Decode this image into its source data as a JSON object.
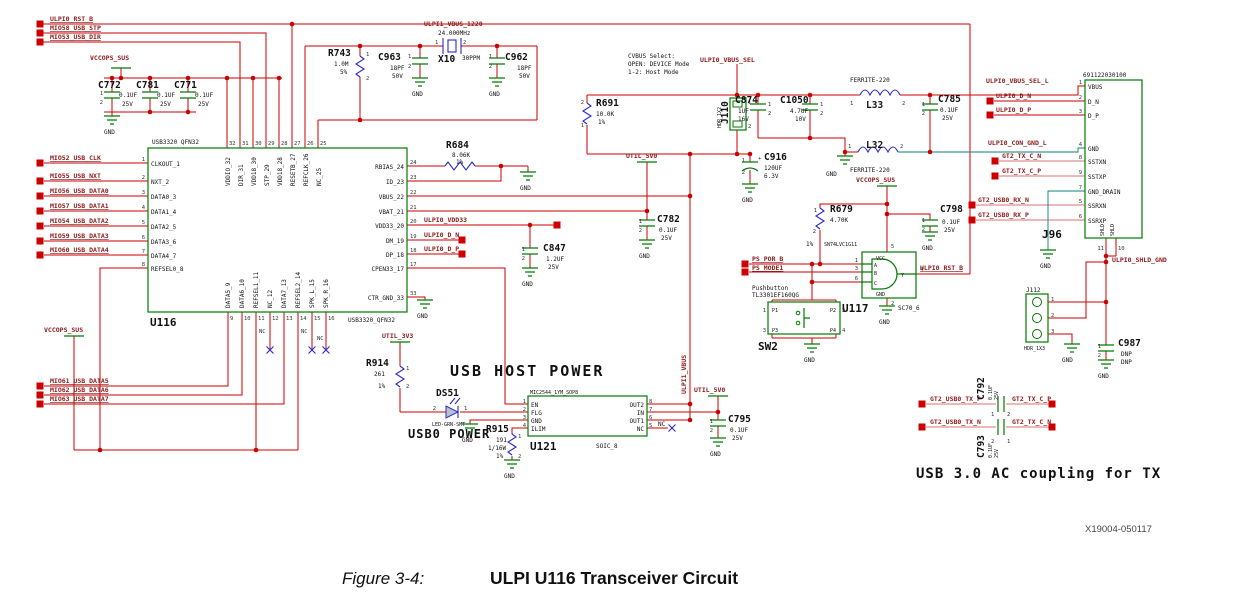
{
  "caption": {
    "prefix": "Figure 3-4:",
    "title": "ULPI U116 Transceiver Circuit",
    "doc": "X19004-050117"
  },
  "misc": {
    "gnd": "GND",
    "one": "1",
    "two": "2",
    "nc": "NC",
    "plus": "+"
  },
  "flags_top": {
    "rst": "ULPI0_RST_B",
    "stp": "MIO58_USB_STP",
    "dir": "MIO53_USB_DIR"
  },
  "rails": {
    "vcco_sus": "VCCOPS_SUS",
    "util3": "UTIL_3V3",
    "util5": "UTIL_5V0"
  },
  "bank": {
    "c772": [
      "C772",
      "0.1UF",
      "25V"
    ],
    "c781": [
      "C781",
      "0.1UF",
      "25V"
    ],
    "c771": [
      "C771",
      "0.1UF",
      "25V"
    ]
  },
  "u116": {
    "ref": "U116",
    "part_top": "USB3320 QFN32",
    "part_bot": "USB3320_QFN32",
    "left": [
      [
        "1",
        "CLKOUT_1",
        "MIO52_USB_CLK"
      ],
      [
        "2",
        "NXT_2",
        "MIO55_USB_NXT"
      ],
      [
        "3",
        "DATA0_3",
        "MIO56_USB_DATA0"
      ],
      [
        "4",
        "DATA1_4",
        "MIO57_USB_DATA1"
      ],
      [
        "5",
        "DATA2_5",
        "MIO54_USB_DATA2"
      ],
      [
        "6",
        "DATA3_6",
        "MIO59_USB_DATA3"
      ],
      [
        "7",
        "DATA4_7",
        "MIO60_USB_DATA4"
      ],
      [
        "8",
        "REFSEL0_8"
      ]
    ],
    "right": [
      [
        "24",
        "RBIAS_24"
      ],
      [
        "23",
        "ID_23"
      ],
      [
        "22",
        "VBUS_22"
      ],
      [
        "21",
        "VBAT_21"
      ],
      [
        "20",
        "VDD33_20"
      ],
      [
        "19",
        "DM_19"
      ],
      [
        "18",
        "DP_18"
      ],
      [
        "17",
        "CPEN33_17"
      ],
      [
        "33",
        "CTR_GND_33"
      ]
    ],
    "top": [
      [
        "32",
        "VDDIO_32"
      ],
      [
        "31",
        "DIR_31"
      ],
      [
        "30",
        "VDD18_30"
      ],
      [
        "29",
        "STP_29"
      ],
      [
        "28",
        "VDD18_28"
      ],
      [
        "27",
        "RESETB_27"
      ],
      [
        "26",
        "REFCLK_26"
      ],
      [
        "25",
        "NC_25"
      ]
    ],
    "bottom": [
      [
        "9",
        "DATA5_9"
      ],
      [
        "10",
        "DATA6_10"
      ],
      [
        "11",
        "REFSEL1_11"
      ],
      [
        "12",
        "NC_12"
      ],
      [
        "13",
        "DATA7_13"
      ],
      [
        "14",
        "REFSEL2_14"
      ],
      [
        "15",
        "SPK_L_15"
      ],
      [
        "16",
        "SPK_R_16"
      ]
    ],
    "mio_bot": [
      "MIO61_USB_DATA5",
      "MIO62_USB_DATA6",
      "MIO63_USB_DATA7"
    ]
  },
  "xtal": {
    "net": "ULPI1_VBUS_1220",
    "freq": "24.000MHz",
    "ref": "X10",
    "ppm": "30PPM",
    "r743": [
      "R743",
      "1.0M",
      "5%"
    ],
    "c963": [
      "C963",
      "18PF",
      "50V"
    ],
    "c962": [
      "C962",
      "18PF",
      "50V"
    ]
  },
  "mid": {
    "r684": [
      "R684",
      "8.06K",
      "1%"
    ],
    "c847": [
      "C847",
      "1.2UF",
      "25V"
    ],
    "vdd33": "ULPI0_VDD33",
    "dn": "ULPI0_D_N",
    "dp": "ULPI0_D_P"
  },
  "sel": {
    "note": [
      "CVBUS Select:",
      "OPEN: DEVICE Mode",
      "1-2: Host Mode"
    ],
    "net": "ULPI0_VBUS_SEL",
    "r691": [
      "R691",
      "10.0K",
      "1%"
    ],
    "j110": [
      "J110",
      "HDR_1X2"
    ],
    "c874": [
      "C874",
      "1UF",
      "16V"
    ],
    "c1050": [
      "C1050",
      "4.7UF",
      "10V"
    ],
    "c916": [
      "C916",
      "120UF",
      "6.3V"
    ],
    "c782": [
      "C782",
      "0.1UF",
      "25V"
    ]
  },
  "fer": {
    "part": "FERRITE-220",
    "l33": "L33",
    "l32": "L32",
    "c785": [
      "C785",
      "0.1UF",
      "25V"
    ]
  },
  "por": {
    "pnet": "PS_POR_B",
    "mnet": "PS_MODE1",
    "r679": [
      "R679",
      "4.70K",
      "1%"
    ],
    "gate_part": "SN74LVC1G11",
    "u117": {
      "ref": "U117",
      "pkg": "SC70_6",
      "vcc": "VCC",
      "gnd": "GND",
      "a": "A",
      "b": "B",
      "c": "C",
      "y": "Y",
      "n1": "1",
      "n3": "3",
      "n6": "6",
      "n4": "4",
      "n5": "5",
      "n2": "2"
    },
    "c798": [
      "C798",
      "0.1UF",
      "25V"
    ],
    "sw": {
      "ref": "SW2",
      "note1": "Pushbutton",
      "note2": "TL3301EF160QG",
      "p1": "P1",
      "p2": "P2",
      "p3": "P3",
      "p4": "P4",
      "n1": "1",
      "n2": "2",
      "n3": "3",
      "n4": "4"
    },
    "out": "ULPI0_RST_B"
  },
  "hp": {
    "title": "USB HOST POWER",
    "part": "MIC2544_1YM_SOP8",
    "ref": "U121",
    "pkg": "SOIC_8",
    "left": [
      [
        "1",
        "EN"
      ],
      [
        "2",
        "FLG"
      ],
      [
        "3",
        "GND"
      ],
      [
        "4",
        "ILIM"
      ]
    ],
    "right": [
      [
        "8",
        "OUT2"
      ],
      [
        "7",
        "IN"
      ],
      [
        "6",
        "OUT1"
      ],
      [
        "5",
        "NC"
      ]
    ],
    "ds51": [
      "DS51",
      "LED-GRN-SMT"
    ],
    "usb0": "USB0 POWER",
    "r914": [
      "R914",
      "261",
      "1%"
    ],
    "r915": [
      "R915",
      "191",
      "1/16W",
      "1%"
    ],
    "c795": [
      "C795",
      "0.1UF",
      "25V"
    ],
    "vbus": "ULPI1_VBUS",
    "nc": "NC"
  },
  "j96": {
    "part": "691122030100",
    "ref": "J96",
    "rows": [
      [
        "1",
        "VBUS"
      ],
      [
        "2",
        "D_N"
      ],
      [
        "3",
        "D_P"
      ],
      [
        "4",
        "GND"
      ],
      [
        "8",
        "SSTXN"
      ],
      [
        "9",
        "SSTXP"
      ],
      [
        "7",
        "GND_DRAIN"
      ],
      [
        "5",
        "SSRXN"
      ],
      [
        "6",
        "SSRXP"
      ]
    ],
    "nets": {
      "vbus": "ULPI0_VBUS_SEL_L",
      "dn": "ULPI0_D_N",
      "dp": "ULPI0_D_P",
      "gnd": "ULPI0_CON_GND_L",
      "txn": "GT2_TX_C_N",
      "txp": "GT2_TX_C_P",
      "rxn": "GT2_USB0_RX_N",
      "rxp": "GT2_USB0_RX_P"
    },
    "shld": "SHLD",
    "p11": "11",
    "p10": "10",
    "shld_net": "ULPI0_SHLD_GND",
    "j112": [
      "J112",
      "HDR_1X3"
    ],
    "c987": [
      "C987",
      "DNP",
      "DNP"
    ]
  },
  "ac": {
    "title": "USB 3.0 AC coupling for TX",
    "txp": "GT2_USB0_TX_P",
    "txn": "GT2_USB0_TX_N",
    "ctxp": "GT2_TX_C_P",
    "ctxn": "GT2_TX_C_N",
    "c792": [
      "C792",
      "0.1UF",
      "25V"
    ],
    "c793": [
      "C793",
      "0.1UF",
      "25V"
    ]
  }
}
